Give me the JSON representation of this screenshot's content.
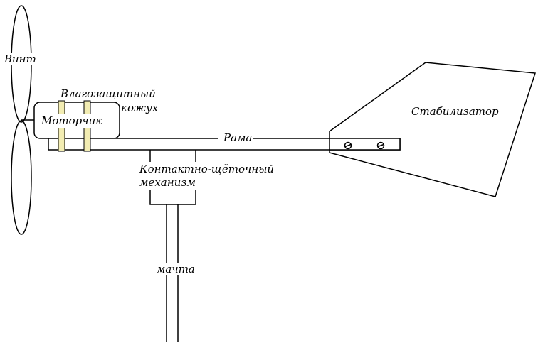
{
  "labels": {
    "propeller": "Винт",
    "cover_line1": "Влагозащитный",
    "cover_line2": "кожух",
    "motor": "Моторчик",
    "frame": "Рама",
    "stabilizer": "Стабилизатор",
    "brush_line1": "Контактно-щёточный",
    "brush_line2": "механизм",
    "mast": "мачта"
  },
  "colors": {
    "line": "#000000",
    "band": "#f2ecb2",
    "background": "#ffffff"
  }
}
